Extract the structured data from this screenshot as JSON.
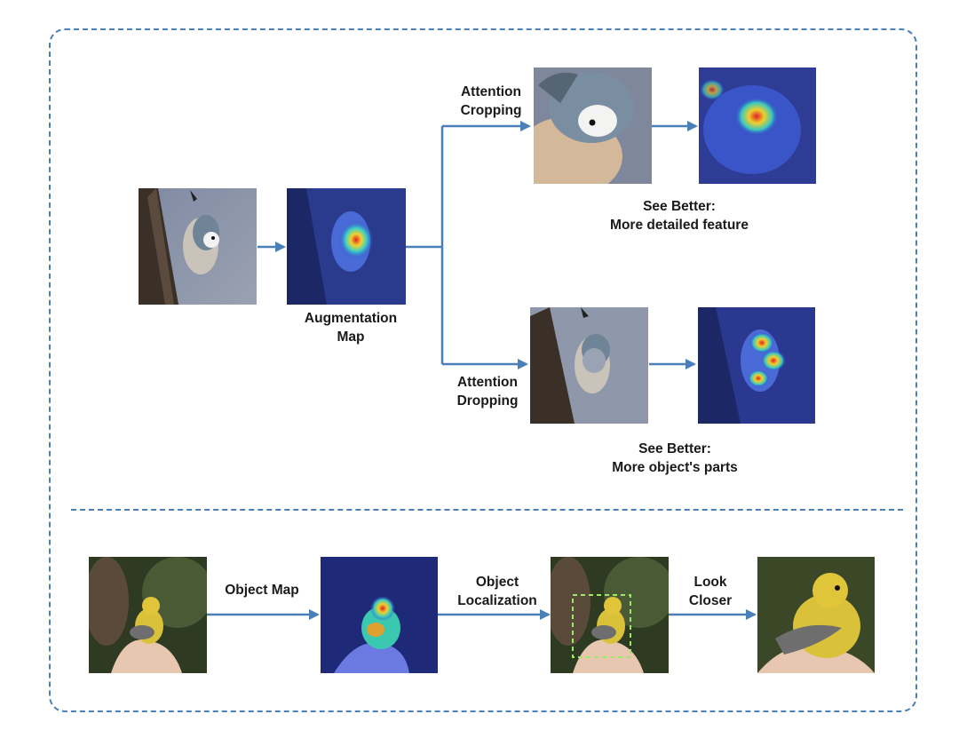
{
  "labels": {
    "augmentation_map": "Augmentation\nMap",
    "attention_cropping": "Attention\nCropping",
    "attention_dropping": "Attention\nDropping",
    "see_better_detailed": "See Better:\nMore detailed feature",
    "see_better_parts": "See Better:\nMore object's parts",
    "object_map": "Object Map",
    "object_localization": "Object\nLocalization",
    "look_closer": "Look\nCloser"
  },
  "colors": {
    "frame": "#4a7fb8",
    "arrow": "#4a7fb8",
    "bbox": "#9be86a"
  }
}
